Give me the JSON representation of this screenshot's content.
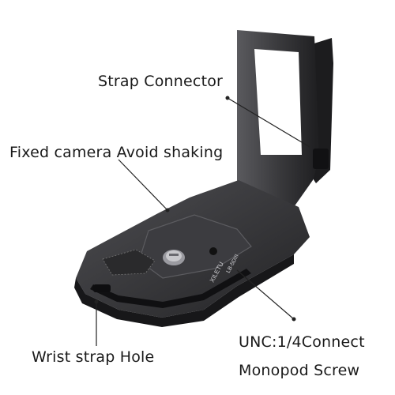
{
  "product": {
    "name": "L-bracket quick release plate",
    "engraving": {
      "brand": "XILETU",
      "model": "LB-5DIII"
    }
  },
  "callouts": {
    "strap_connector": "Strap Connector",
    "fixed_camera": "Fixed camera Avoid shaking",
    "wrist_strap_hole": "Wrist strap Hole",
    "unc_connect": "UNC:1/4Connect",
    "monopod_screw": "Monopod Screw"
  },
  "colors": {
    "background": "#ffffff",
    "metal_dark": "#2b2b2d",
    "metal_mid": "#4a4a4d",
    "metal_highlight": "#8a8a8e",
    "text": "#1a1a1a",
    "leader_line": "#222222"
  }
}
